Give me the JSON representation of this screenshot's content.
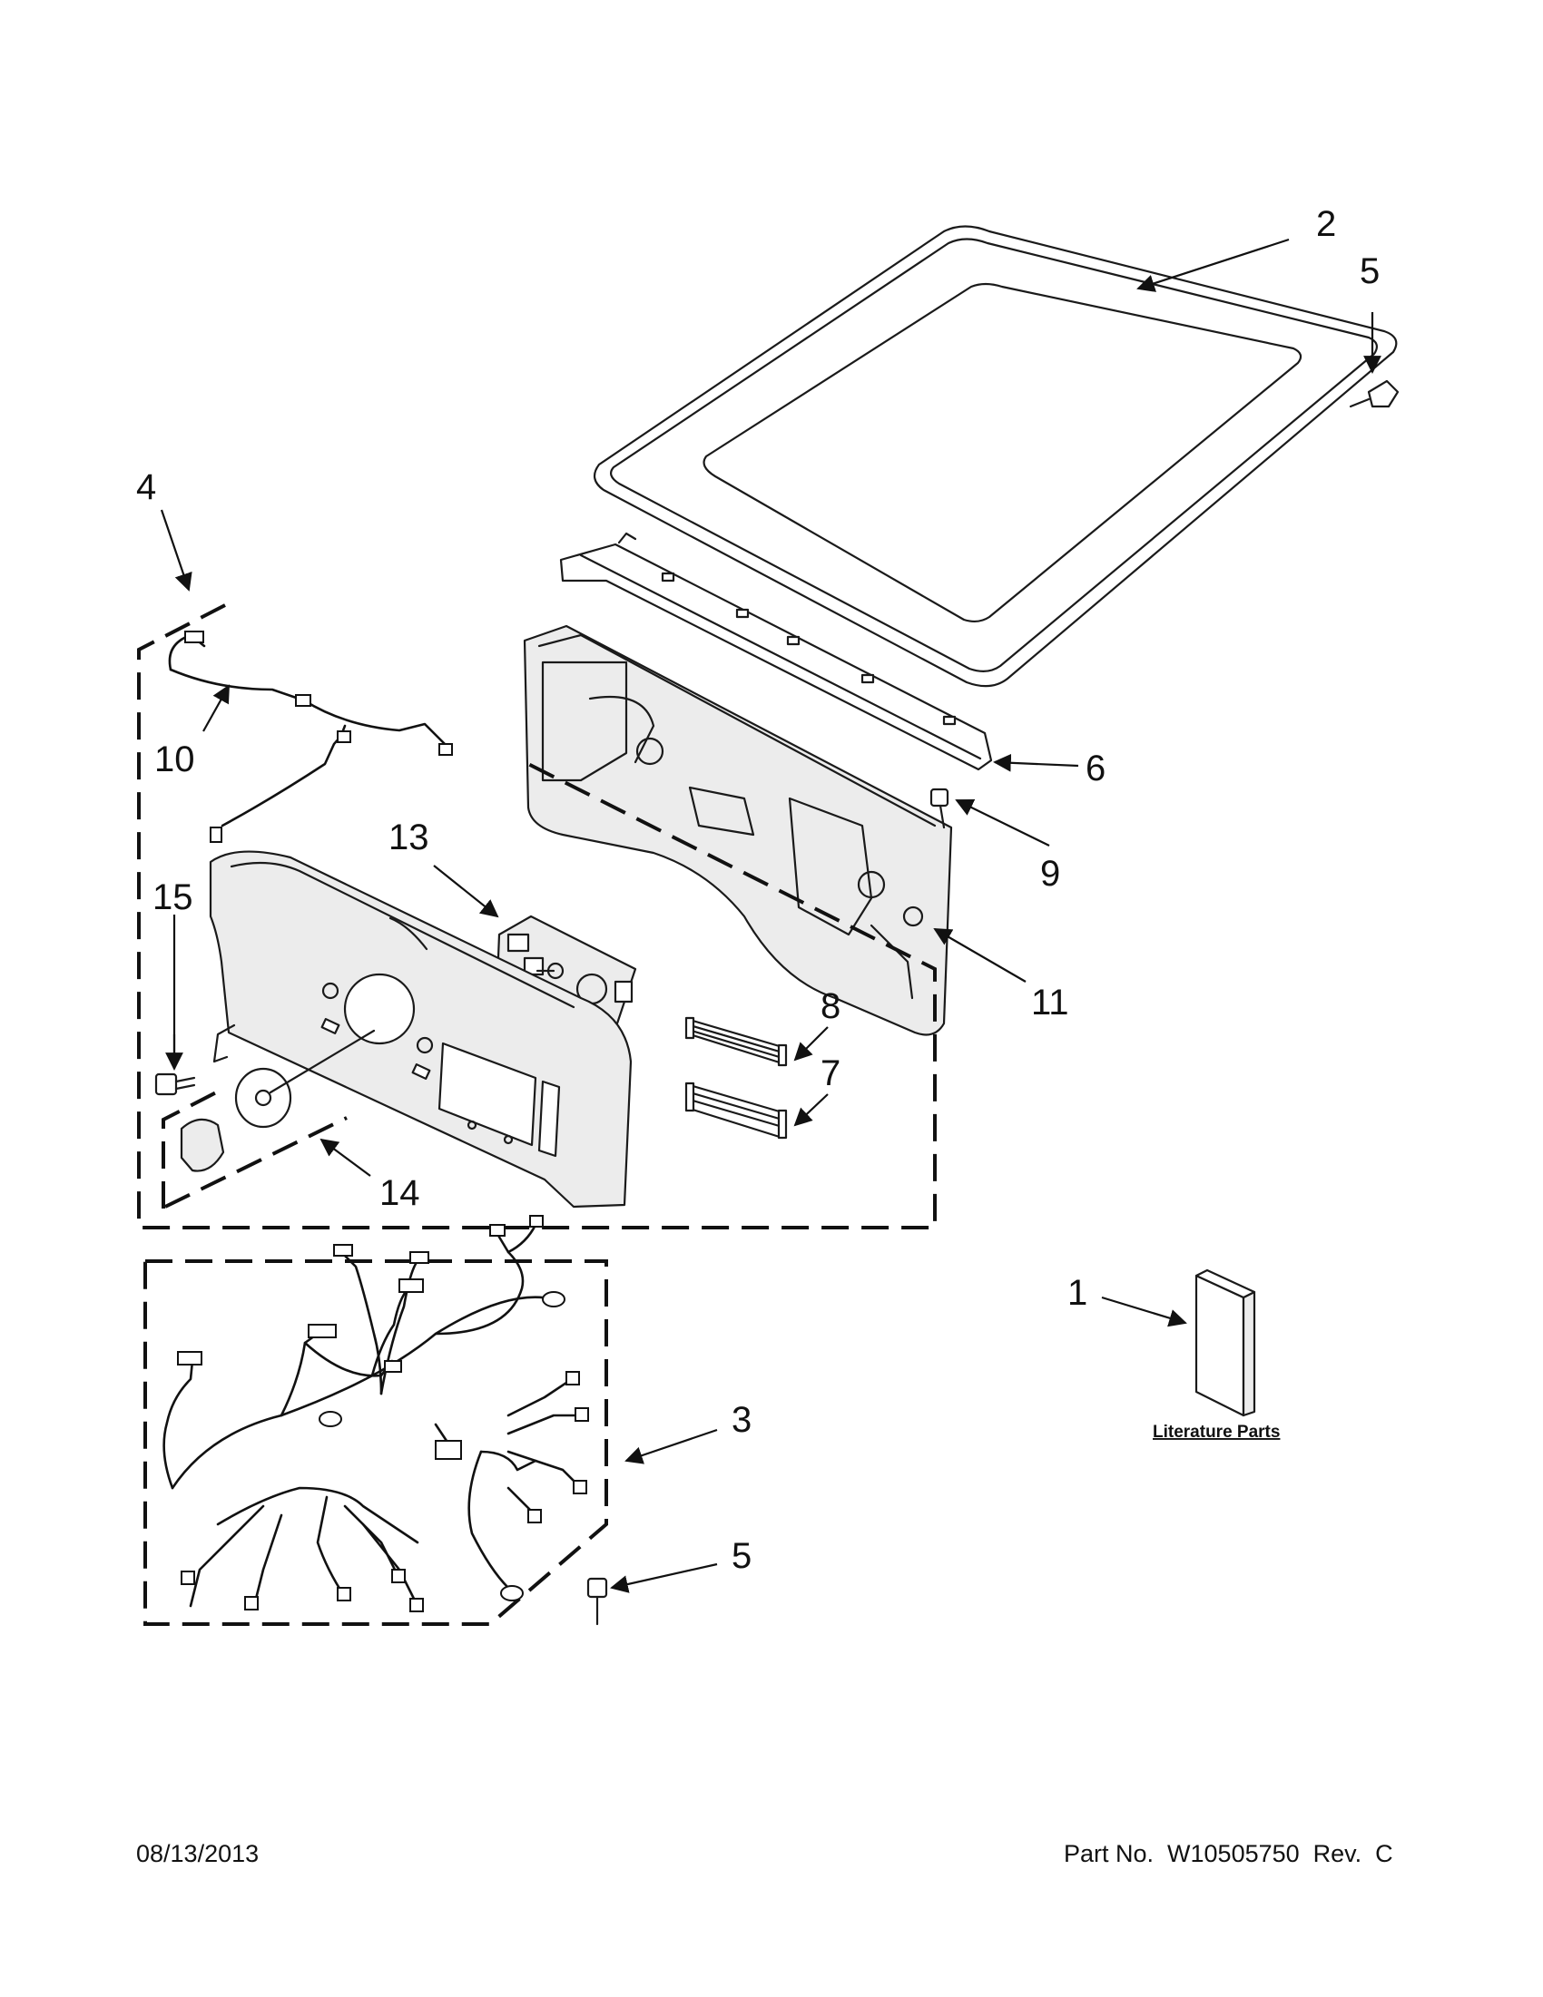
{
  "callouts": {
    "c2": "2",
    "c5a": "5",
    "c4": "4",
    "c10": "10",
    "c6": "6",
    "c9": "9",
    "c13": "13",
    "c15": "15",
    "c11": "11",
    "c8": "8",
    "c7": "7",
    "c14": "14",
    "c1": "1",
    "c3": "3",
    "c5b": "5"
  },
  "literature_label": "Literature Parts",
  "footer": {
    "date": "08/13/2013",
    "part_number": "Part No.  W10505750  Rev.  C"
  }
}
